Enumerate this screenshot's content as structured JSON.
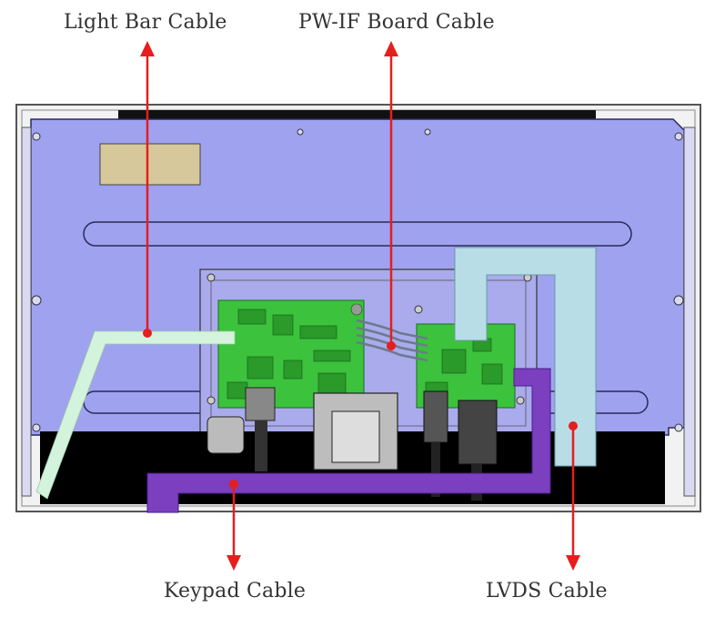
{
  "labels": {
    "light_bar": "Light Bar Cable",
    "pw_if": "PW-IF Board Cable",
    "keypad": "Keypad Cable",
    "lvds": "LVDS Cable"
  },
  "colors": {
    "panel": "#9fa2ef",
    "panel_border": "#2a2a5a",
    "black_area": "#000000",
    "board": "#3cc23c",
    "light_bar_cable": "#d4f3dc",
    "lvds_cable": "#b9dde6",
    "keypad_cable": "#7b3fbf",
    "arrow": "#e61e1e",
    "tag": "#d6c89a"
  }
}
